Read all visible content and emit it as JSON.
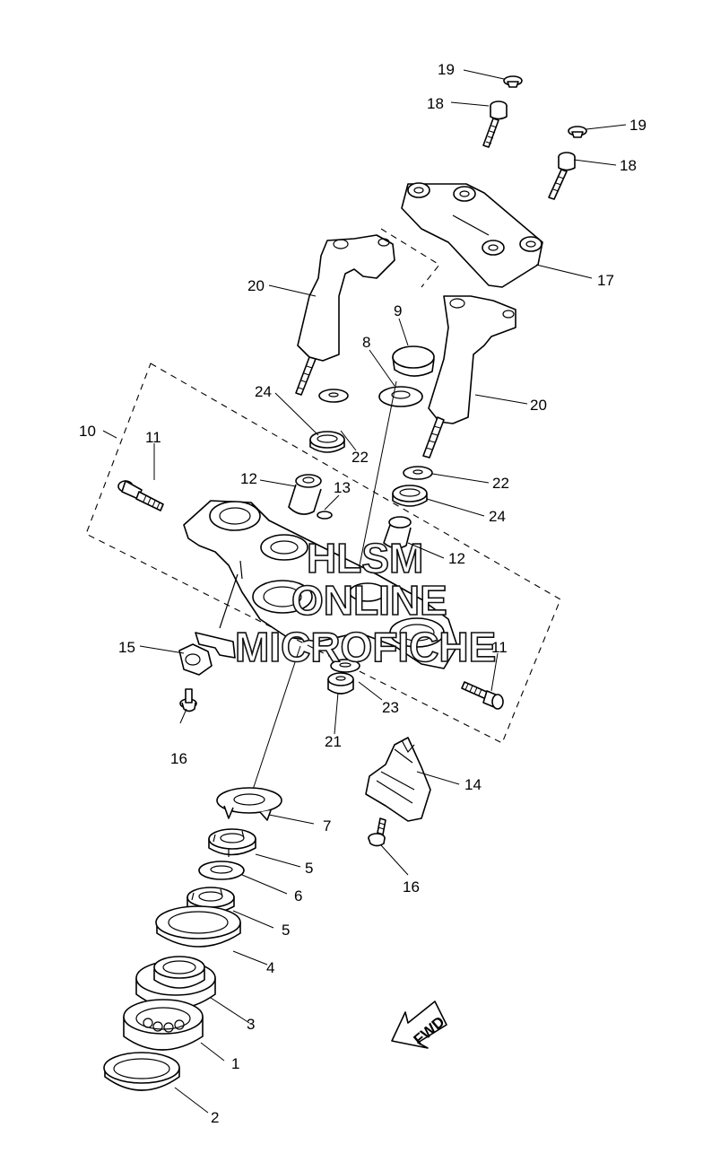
{
  "watermark": {
    "line1": "HLSM",
    "line2": "ONLINE",
    "line3": "MICROFICHE"
  },
  "fwd_label": "FWD",
  "callouts": [
    {
      "key": "c19a",
      "text": "19"
    },
    {
      "key": "c18a",
      "text": "18"
    },
    {
      "key": "c19b",
      "text": "19"
    },
    {
      "key": "c18b",
      "text": "18"
    },
    {
      "key": "c17",
      "text": "17"
    },
    {
      "key": "c20a",
      "text": "20"
    },
    {
      "key": "c9",
      "text": "9"
    },
    {
      "key": "c8",
      "text": "8"
    },
    {
      "key": "c20b",
      "text": "20"
    },
    {
      "key": "c24a",
      "text": "24"
    },
    {
      "key": "c22a",
      "text": "22"
    },
    {
      "key": "c10",
      "text": "10"
    },
    {
      "key": "c11a",
      "text": "11"
    },
    {
      "key": "c12a",
      "text": "12"
    },
    {
      "key": "c13",
      "text": "13"
    },
    {
      "key": "c22b",
      "text": "22"
    },
    {
      "key": "c24b",
      "text": "24"
    },
    {
      "key": "c12b",
      "text": "12"
    },
    {
      "key": "c15",
      "text": "15"
    },
    {
      "key": "c11b",
      "text": "11"
    },
    {
      "key": "c16a",
      "text": "16"
    },
    {
      "key": "c23",
      "text": "23"
    },
    {
      "key": "c21",
      "text": "21"
    },
    {
      "key": "c14",
      "text": "14"
    },
    {
      "key": "c7",
      "text": "7"
    },
    {
      "key": "c5a",
      "text": "5"
    },
    {
      "key": "c6",
      "text": "6"
    },
    {
      "key": "c16b",
      "text": "16"
    },
    {
      "key": "c5b",
      "text": "5"
    },
    {
      "key": "c4",
      "text": "4"
    },
    {
      "key": "c3",
      "text": "3"
    },
    {
      "key": "c1",
      "text": "1"
    },
    {
      "key": "c2",
      "text": "2"
    }
  ]
}
